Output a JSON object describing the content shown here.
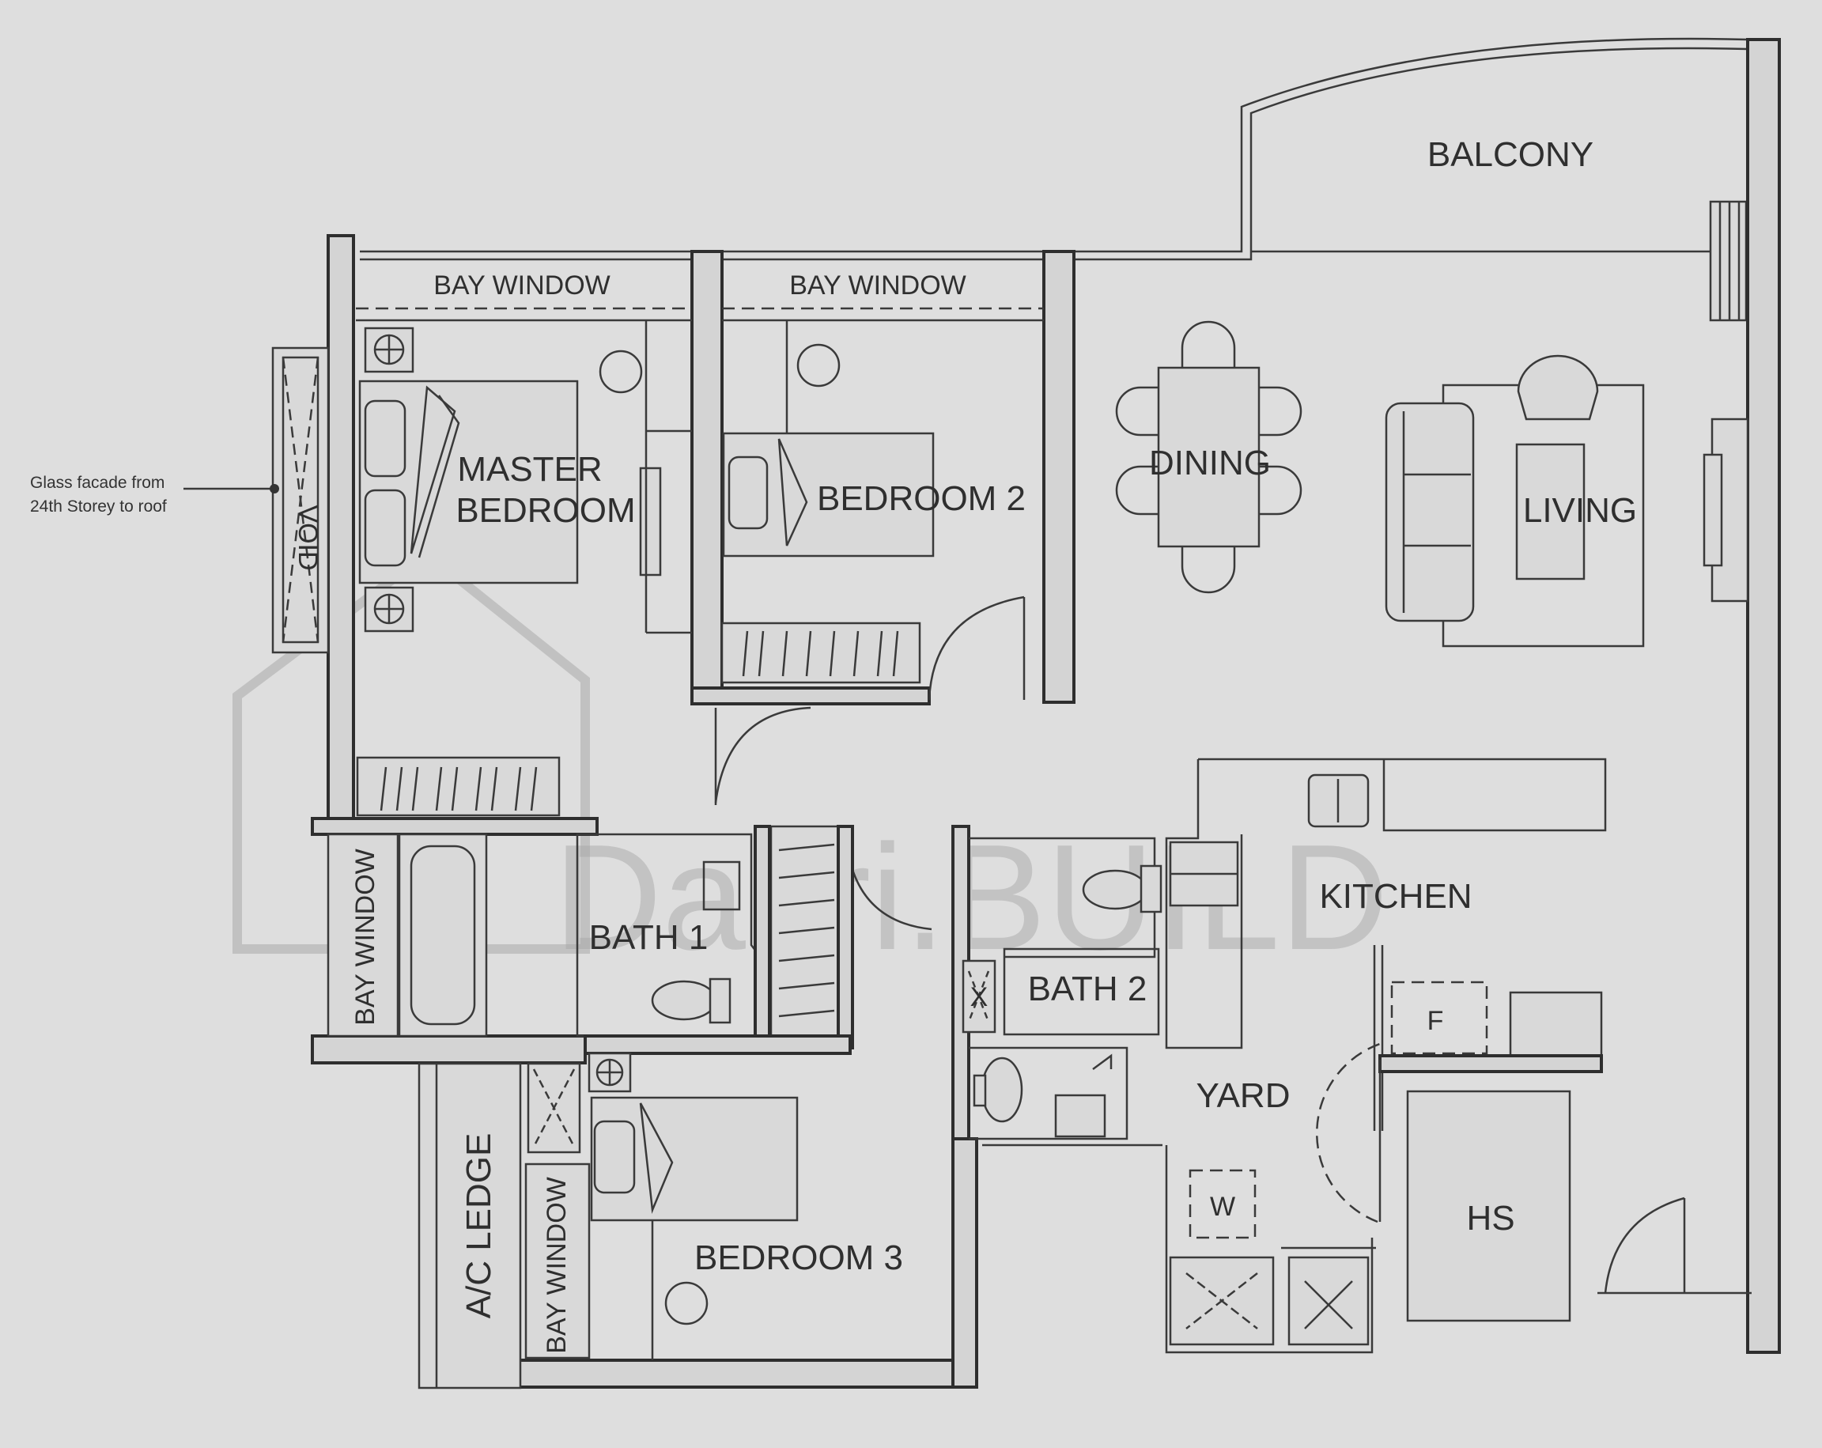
{
  "rooms": {
    "balcony": "BALCONY",
    "bay_window_1": "BAY WINDOW",
    "bay_window_2": "BAY WINDOW",
    "master_bedroom_line1": "MASTER",
    "master_bedroom_line2": "BEDROOM",
    "bedroom_2": "BEDROOM  2",
    "dining": "DINING",
    "living": "LIVING",
    "kitchen": "KITCHEN",
    "bath_1": "BATH  1",
    "bath_2": "BATH  2",
    "bay_window_3": "BAY WINDOW",
    "bay_window_4": "BAY WINDOW",
    "yard": "YARD",
    "bedroom_3": "BEDROOM  3",
    "ac_ledge": "A/C LEDGE",
    "hs": "HS",
    "void": "VOID",
    "fridge_tag": "F",
    "washer_tag": "W",
    "shaft_tag": "X"
  },
  "annotation": {
    "line1": "Glass facade from",
    "line2": "24th Storey to roof"
  },
  "watermark": {
    "text": "Daltri.BUILD"
  }
}
